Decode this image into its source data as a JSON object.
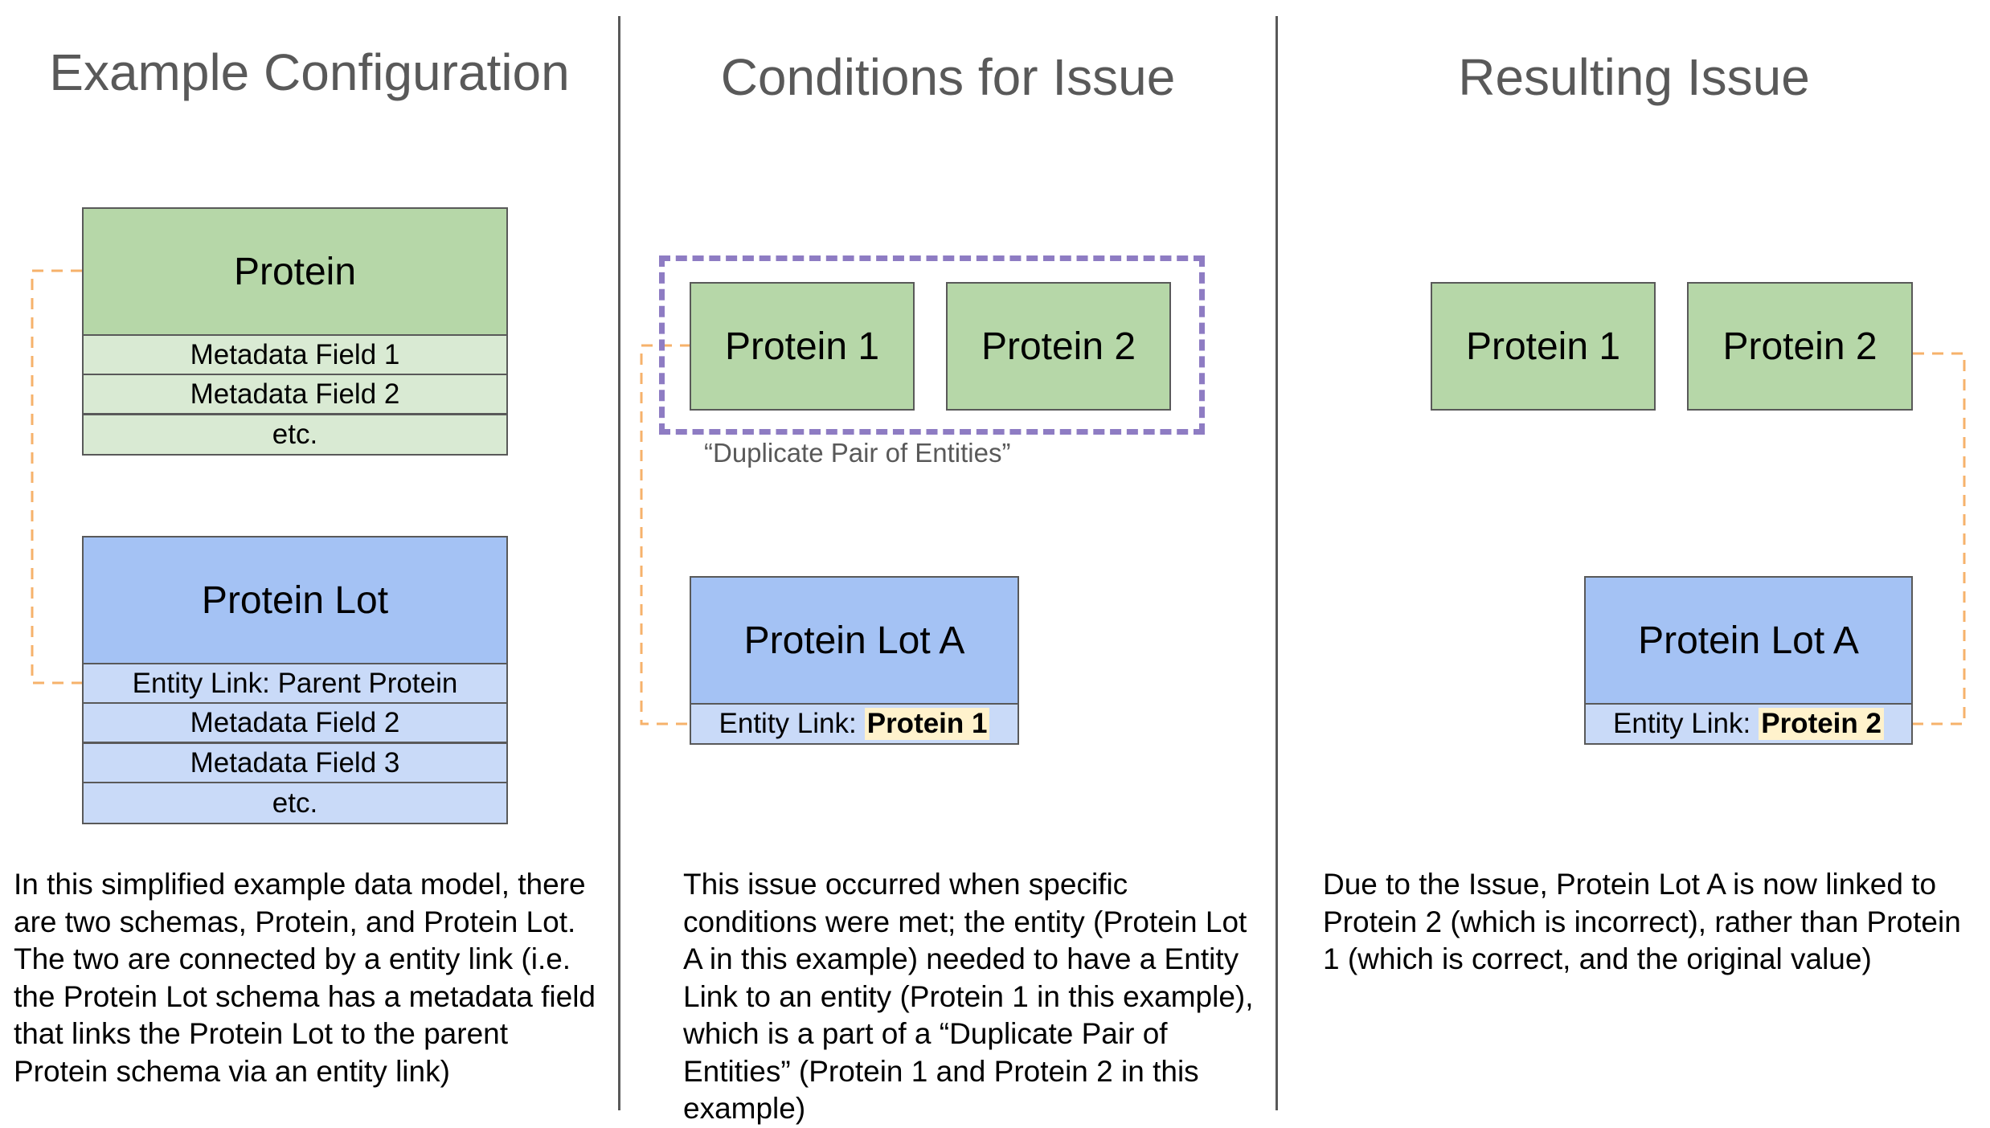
{
  "columns": [
    {
      "heading": "Example Configuration",
      "description": "In this simplified example data model, there are two schemas, Protein, and Protein Lot. The two are connected by a entity link (i.e. the Protein Lot schema has a metadata field that links the Protein Lot to the parent Protein schema via an entity link)"
    },
    {
      "heading": "Conditions for Issue",
      "description": "This issue occurred when specific conditions were met; the entity (Protein Lot A in this example) needed to have a Entity Link to an entity (Protein 1 in this example), which is a part of a “Duplicate Pair of Entities” (Protein 1 and Protein 2 in this example)"
    },
    {
      "heading": "Resulting Issue",
      "description": "Due to the Issue, Protein Lot A is now linked to Protein 2 (which is incorrect), rather than Protein 1 (which is correct, and the original value)"
    }
  ],
  "config": {
    "protein": {
      "title": "Protein",
      "fields": [
        "Metadata Field 1",
        "Metadata Field 2",
        "etc."
      ]
    },
    "protein_lot": {
      "title": "Protein Lot",
      "fields": [
        "Entity Link: Parent Protein",
        "Metadata Field 2",
        "Metadata Field 3",
        "etc."
      ]
    }
  },
  "conditions": {
    "protein1": "Protein 1",
    "protein2": "Protein 2",
    "dup_caption": "“Duplicate Pair of Entities”",
    "lot_title": "Protein Lot A",
    "link_prefix": "Entity Link:",
    "link_value": "Protein 1"
  },
  "result": {
    "protein1": "Protein 1",
    "protein2": "Protein 2",
    "lot_title": "Protein Lot A",
    "link_prefix": "Entity Link:",
    "link_value": "Protein 2"
  },
  "colors": {
    "protein_header": "#b6d7a8",
    "protein_row": "#d9ead3",
    "lot_header": "#a4c2f4",
    "lot_row": "#c9daf8",
    "highlight": "#fff2cc",
    "link_line": "#f6b26b",
    "duplicate_outline": "#8e7cc3",
    "heading_text": "#595959"
  }
}
